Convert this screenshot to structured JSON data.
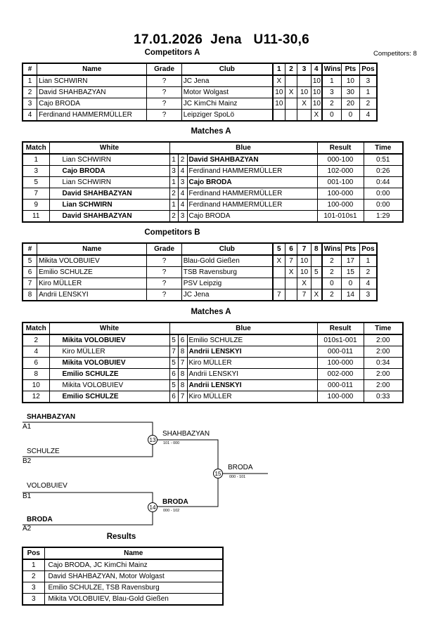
{
  "header": {
    "date": "17.01.2026",
    "city": "Jena",
    "category": "U11-30,6"
  },
  "competitors_count": "Competitors: 8",
  "competitors_a": {
    "title": "Competitors A",
    "columns": [
      "#",
      "Name",
      "Grade",
      "Club",
      "1",
      "2",
      "3",
      "4",
      "Wins",
      "Pts",
      "Pos"
    ],
    "rows": [
      [
        "1",
        "Lian SCHWIRN",
        "?",
        "JC Jena",
        "X",
        "",
        "",
        "10",
        "1",
        "10",
        "3"
      ],
      [
        "2",
        "David SHAHBAZYAN",
        "?",
        "Motor Wolgast",
        "10",
        "X",
        "10",
        "10",
        "3",
        "30",
        "1"
      ],
      [
        "3",
        "Cajo BRODA",
        "?",
        "JC KimChi Mainz",
        "10",
        "",
        "X",
        "10",
        "2",
        "20",
        "2"
      ],
      [
        "4",
        "Ferdinand HAMMERMÜLLER",
        "?",
        "Leipziger SpoLö",
        "",
        "",
        "",
        "X",
        "0",
        "0",
        "4"
      ]
    ]
  },
  "matches_a": {
    "title": "Matches A",
    "columns": [
      "Match",
      "White",
      "Blue",
      "Result",
      "Time"
    ],
    "rows": [
      {
        "match": "1",
        "white": "Lian SCHWIRN",
        "wn": "1",
        "bn": "2",
        "blue": "David SHAHBAZYAN",
        "result": "000-100",
        "time": "0:51",
        "winner": "blue"
      },
      {
        "match": "3",
        "white": "Cajo BRODA",
        "wn": "3",
        "bn": "4",
        "blue": "Ferdinand HAMMERMÜLLER",
        "result": "102-000",
        "time": "0:26",
        "winner": "white"
      },
      {
        "match": "5",
        "white": "Lian SCHWIRN",
        "wn": "1",
        "bn": "3",
        "blue": "Cajo BRODA",
        "result": "001-100",
        "time": "0:44",
        "winner": "blue"
      },
      {
        "match": "7",
        "white": "David SHAHBAZYAN",
        "wn": "2",
        "bn": "4",
        "blue": "Ferdinand HAMMERMÜLLER",
        "result": "100-000",
        "time": "0:00",
        "winner": "white"
      },
      {
        "match": "9",
        "white": "Lian SCHWIRN",
        "wn": "1",
        "bn": "4",
        "blue": "Ferdinand HAMMERMÜLLER",
        "result": "100-000",
        "time": "0:00",
        "winner": "white"
      },
      {
        "match": "11",
        "white": "David SHAHBAZYAN",
        "wn": "2",
        "bn": "3",
        "blue": "Cajo BRODA",
        "result": "101-010s1",
        "time": "1:29",
        "winner": "white"
      }
    ]
  },
  "competitors_b": {
    "title": "Competitors B",
    "columns": [
      "#",
      "Name",
      "Grade",
      "Club",
      "5",
      "6",
      "7",
      "8",
      "Wins",
      "Pts",
      "Pos"
    ],
    "rows": [
      [
        "5",
        "Mikita VOLOBUIEV",
        "?",
        "Blau-Gold Gießen",
        "X",
        "7",
        "10",
        "",
        "2",
        "17",
        "1"
      ],
      [
        "6",
        "Emilio SCHULZE",
        "?",
        "TSB Ravensburg",
        "",
        "X",
        "10",
        "5",
        "2",
        "15",
        "2"
      ],
      [
        "7",
        "Kiro MÜLLER",
        "?",
        "PSV Leipzig",
        "",
        "",
        "X",
        "",
        "0",
        "0",
        "4"
      ],
      [
        "8",
        "Andrii LENSKYI",
        "?",
        "JC Jena",
        "7",
        "",
        "7",
        "X",
        "2",
        "14",
        "3"
      ]
    ]
  },
  "matches_b": {
    "title": "Matches A",
    "columns": [
      "Match",
      "White",
      "Blue",
      "Result",
      "Time"
    ],
    "rows": [
      {
        "match": "2",
        "white": "Mikita VOLOBUIEV",
        "wn": "5",
        "bn": "6",
        "blue": "Emilio SCHULZE",
        "result": "010s1-001",
        "time": "2:00",
        "winner": "white"
      },
      {
        "match": "4",
        "white": "Kiro MÜLLER",
        "wn": "7",
        "bn": "8",
        "blue": "Andrii LENSKYI",
        "result": "000-011",
        "time": "2:00",
        "winner": "blue"
      },
      {
        "match": "6",
        "white": "Mikita VOLOBUIEV",
        "wn": "5",
        "bn": "7",
        "blue": "Kiro MÜLLER",
        "result": "100-000",
        "time": "0:34",
        "winner": "white"
      },
      {
        "match": "8",
        "white": "Emilio SCHULZE",
        "wn": "6",
        "bn": "8",
        "blue": "Andrii LENSKYI",
        "result": "002-000",
        "time": "2:00",
        "winner": "white"
      },
      {
        "match": "10",
        "white": "Mikita VOLOBUIEV",
        "wn": "5",
        "bn": "8",
        "blue": "Andrii LENSKYI",
        "result": "000-011",
        "time": "2:00",
        "winner": "blue"
      },
      {
        "match": "12",
        "white": "Emilio SCHULZE",
        "wn": "6",
        "bn": "7",
        "blue": "Kiro MÜLLER",
        "result": "100-000",
        "time": "0:33",
        "winner": "white"
      }
    ]
  },
  "bracket": {
    "semi1_top": {
      "name": "SHAHBAZYAN",
      "pool": "A1"
    },
    "semi1_bottom": {
      "name": "SCHULZE",
      "pool": "B2"
    },
    "semi1_match": "13",
    "semi1_winner": "SHAHBAZYAN",
    "semi1_score": "101 - 000",
    "semi2_top": {
      "name": "VOLOBUIEV",
      "pool": "B1"
    },
    "semi2_bottom": {
      "name": "BRODA",
      "pool": "A2"
    },
    "semi2_match": "14",
    "semi2_winner": "BRODA",
    "semi2_score": "000 - 102",
    "final_match": "15",
    "final_winner": "BRODA",
    "final_score": "000 - 101"
  },
  "results": {
    "title": "Results",
    "columns": [
      "Pos",
      "Name"
    ],
    "rows": [
      [
        "1",
        "Cajo BRODA, JC KimChi Mainz"
      ],
      [
        "2",
        "David SHAHBAZYAN, Motor Wolgast"
      ],
      [
        "3",
        "Emilio SCHULZE, TSB Ravensburg"
      ],
      [
        "3",
        "Mikita VOLOBUIEV, Blau-Gold Gießen"
      ]
    ]
  }
}
